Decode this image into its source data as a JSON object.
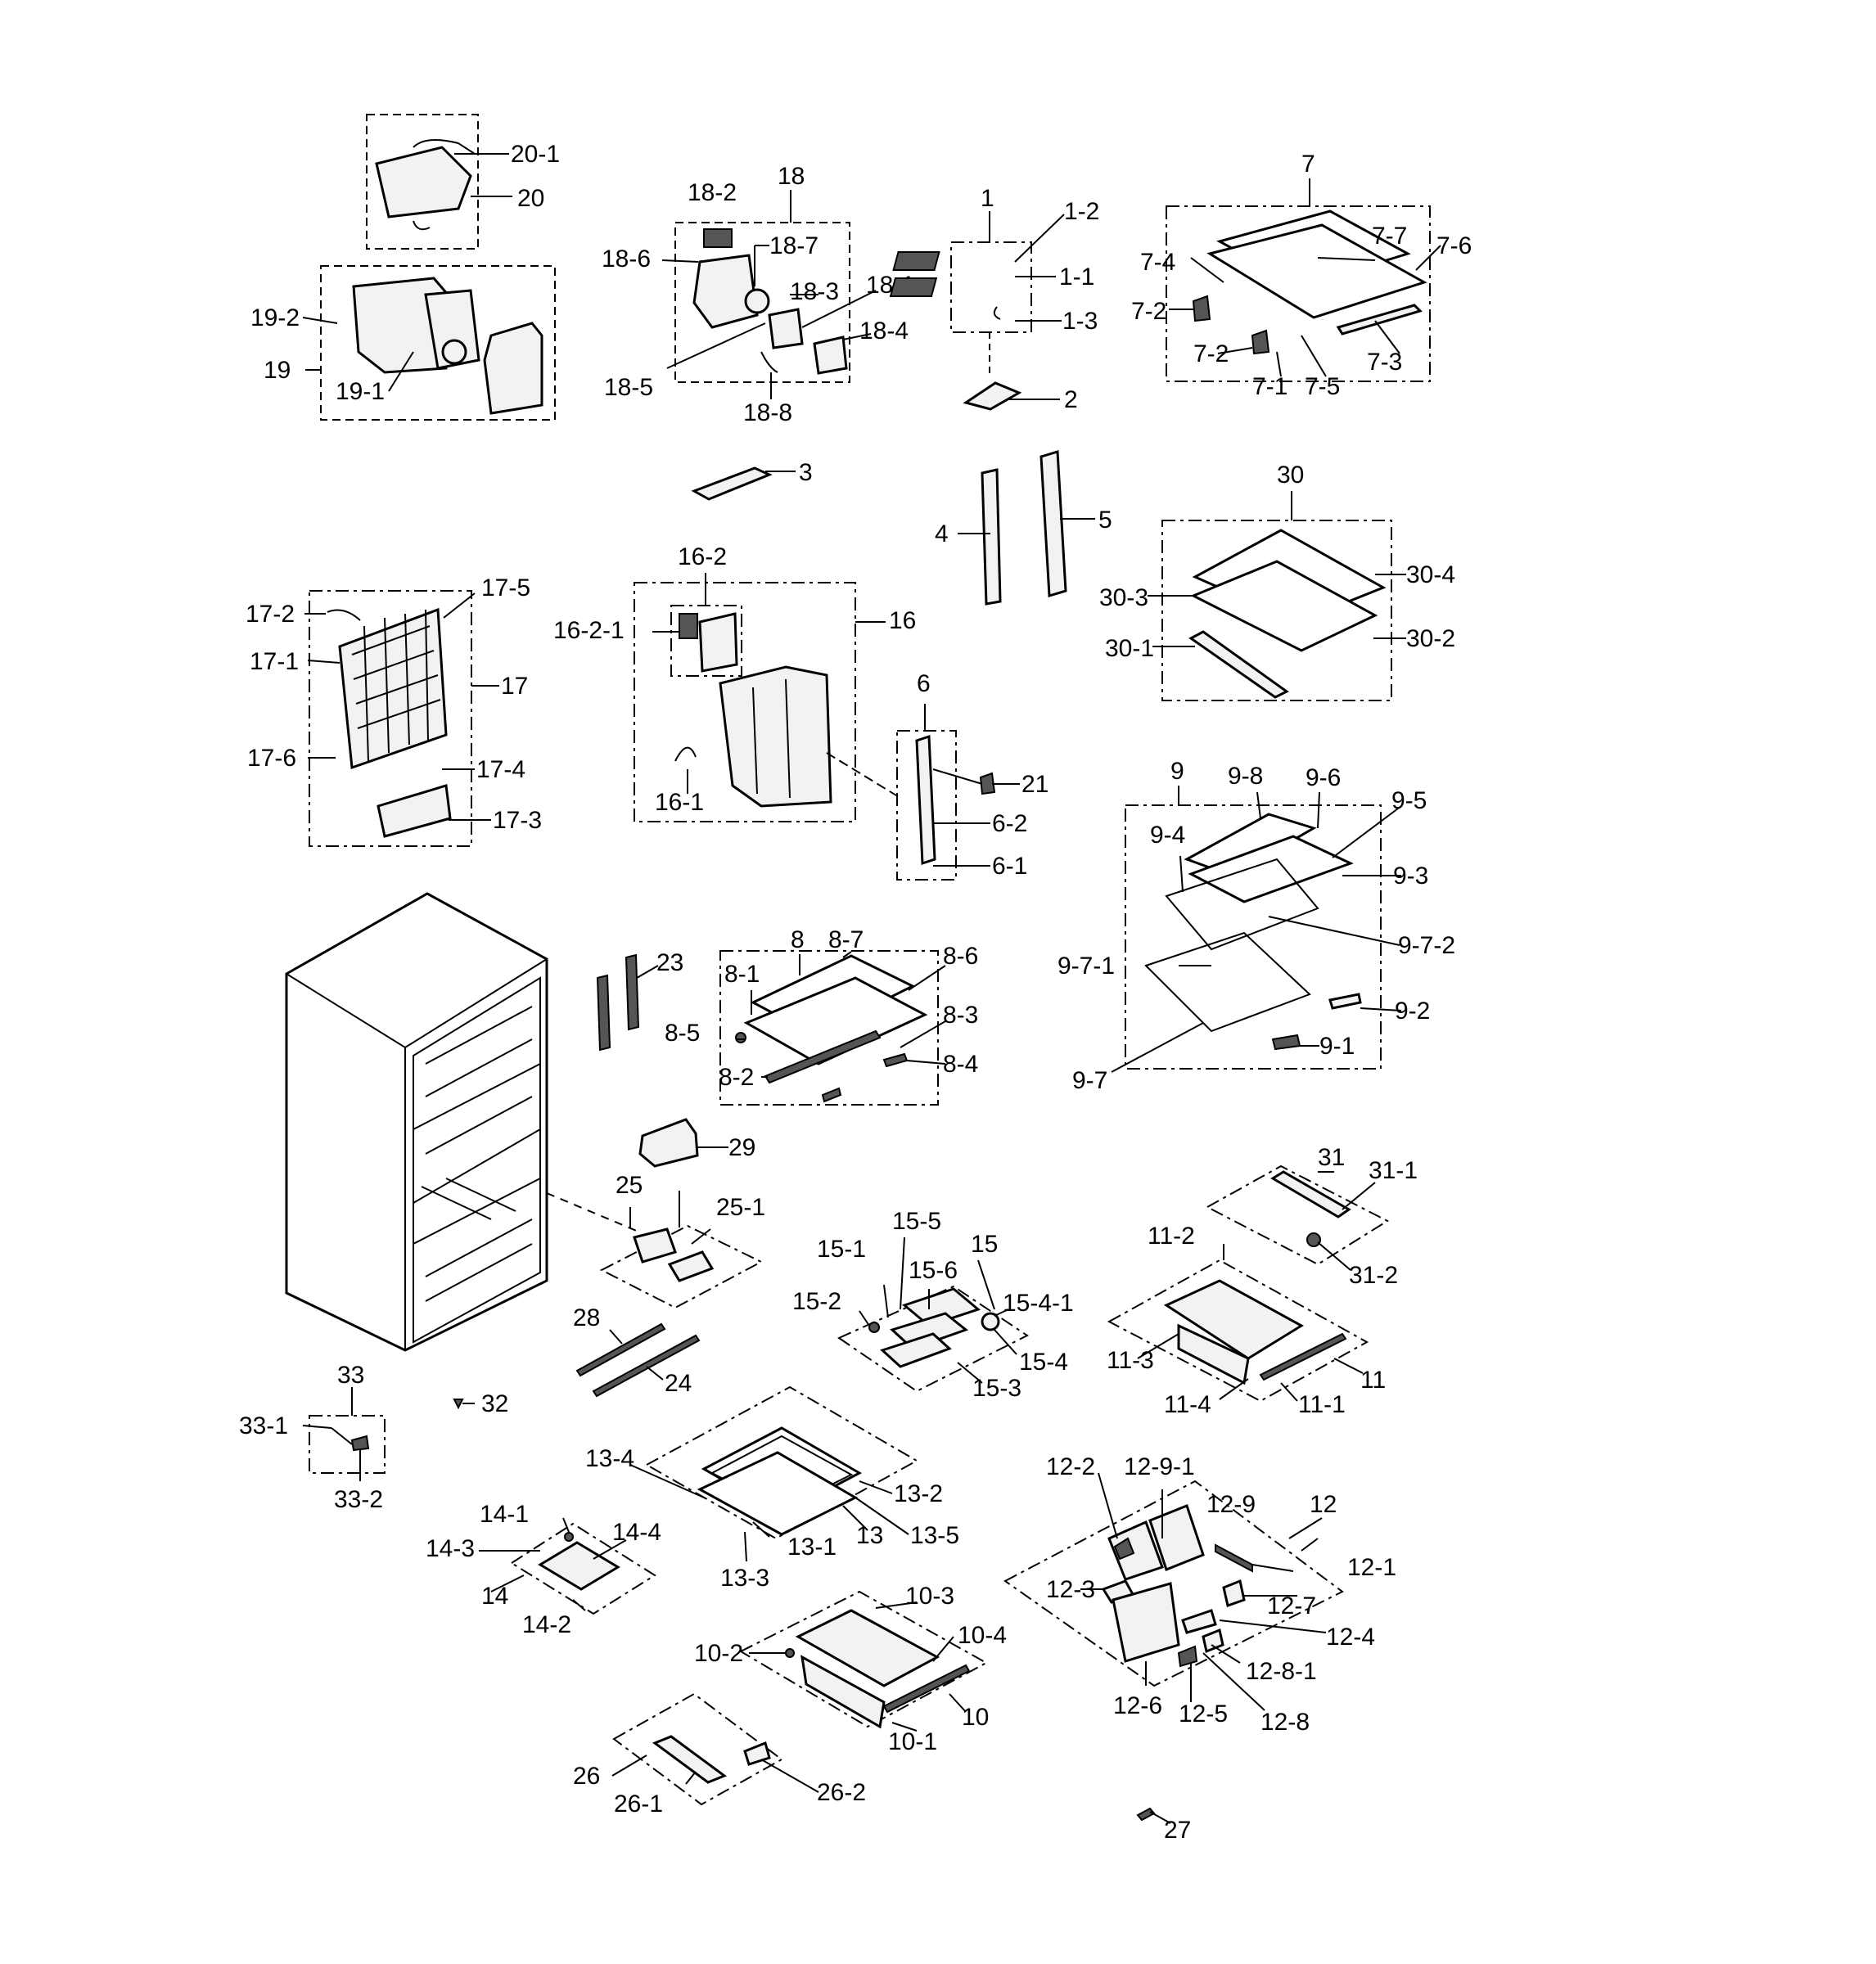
{
  "parts": {
    "p1": "1",
    "p1_1": "1-1",
    "p1_2": "1-2",
    "p1_3": "1-3",
    "p2": "2",
    "p3": "3",
    "p4": "4",
    "p5": "5",
    "p6": "6",
    "p6_1": "6-1",
    "p6_2": "6-2",
    "p7": "7",
    "p7_1": "7-1",
    "p7_2a": "7-2",
    "p7_2b": "7-2",
    "p7_3": "7-3",
    "p7_4": "7-4",
    "p7_5": "7-5",
    "p7_6": "7-6",
    "p7_7": "7-7",
    "p8": "8",
    "p8_1": "8-1",
    "p8_2": "8-2",
    "p8_3": "8-3",
    "p8_4": "8-4",
    "p8_5": "8-5",
    "p8_6": "8-6",
    "p8_7": "8-7",
    "p9": "9",
    "p9_1": "9-1",
    "p9_2": "9-2",
    "p9_3": "9-3",
    "p9_4": "9-4",
    "p9_5": "9-5",
    "p9_6": "9-6",
    "p9_7": "9-7",
    "p9_7_1": "9-7-1",
    "p9_7_2": "9-7-2",
    "p9_8": "9-8",
    "p10": "10",
    "p10_1": "10-1",
    "p10_2": "10-2",
    "p10_3": "10-3",
    "p10_4": "10-4",
    "p11": "11",
    "p11_1": "11-1",
    "p11_2": "11-2",
    "p11_3": "11-3",
    "p11_4": "11-4",
    "p12": "12",
    "p12_1": "12-1",
    "p12_2": "12-2",
    "p12_3": "12-3",
    "p12_4": "12-4",
    "p12_5": "12-5",
    "p12_6": "12-6",
    "p12_7": "12-7",
    "p12_8": "12-8",
    "p12_8_1": "12-8-1",
    "p12_9": "12-9",
    "p12_9_1": "12-9-1",
    "p13": "13",
    "p13_1": "13-1",
    "p13_2": "13-2",
    "p13_3": "13-3",
    "p13_4": "13-4",
    "p13_5": "13-5",
    "p14": "14",
    "p14_1": "14-1",
    "p14_2": "14-2",
    "p14_3": "14-3",
    "p14_4": "14-4",
    "p15": "15",
    "p15_1": "15-1",
    "p15_2": "15-2",
    "p15_3": "15-3",
    "p15_4": "15-4",
    "p15_4_1": "15-4-1",
    "p15_5": "15-5",
    "p15_6": "15-6",
    "p16": "16",
    "p16_1": "16-1",
    "p16_2": "16-2",
    "p16_2_1": "16-2-1",
    "p17": "17",
    "p17_1": "17-1",
    "p17_2": "17-2",
    "p17_3": "17-3",
    "p17_4": "17-4",
    "p17_5": "17-5",
    "p17_6": "17-6",
    "p18": "18",
    "p18_1": "18-1",
    "p18_2": "18-2",
    "p18_3": "18-3",
    "p18_4": "18-4",
    "p18_5": "18-5",
    "p18_6": "18-6",
    "p18_7": "18-7",
    "p18_8": "18-8",
    "p19": "19",
    "p19_1": "19-1",
    "p19_2": "19-2",
    "p20": "20",
    "p20_1": "20-1",
    "p21": "21",
    "p23": "23",
    "p24": "24",
    "p25": "25",
    "p25_1": "25-1",
    "p26": "26",
    "p26_1": "26-1",
    "p26_2": "26-2",
    "p27": "27",
    "p28": "28",
    "p29": "29",
    "p30": "30",
    "p30_1": "30-1",
    "p30_2": "30-2",
    "p30_3": "30-3",
    "p30_4": "30-4",
    "p31": "31",
    "p31_1": "31-1",
    "p31_2": "31-2",
    "p32": "32",
    "p33": "33",
    "p33_1": "33-1",
    "p33_2": "33-2"
  }
}
